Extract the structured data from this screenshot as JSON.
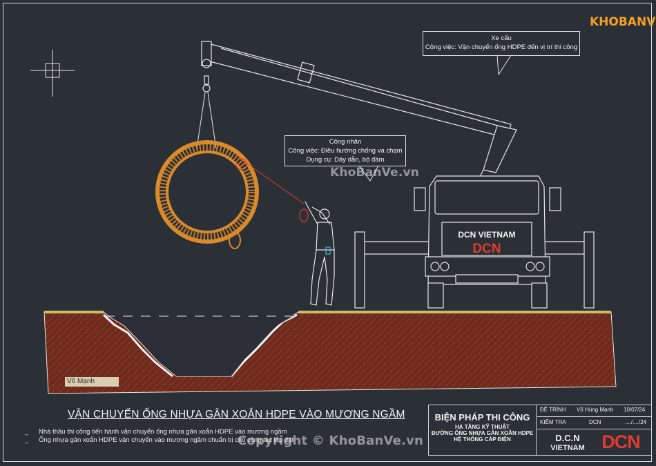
{
  "colors": {
    "background": "#2b2f36",
    "pipe": "#d98a2a",
    "soil": "#7a2e1f",
    "lines": "#e8e8e8",
    "accent_red": "#e23b2e",
    "ground_top": "#c9c060"
  },
  "crane_callout": {
    "title": "Xe cẩu",
    "task": "Công việc: Vận chuyển ống HDPE đến vị trí thi công"
  },
  "worker_callout": {
    "title": "Công nhân",
    "task": "Công việc: Điều hướng chống va chạm",
    "tools": "Dụng cụ: Dây dẫn, bộ đàm"
  },
  "truck": {
    "brand_text": "DCN VIETNAM",
    "logo_text": "DCN"
  },
  "signature": "Võ Mạnh",
  "watermark": {
    "center": "KhoBanVe.vn",
    "copyright": "Copyright © KhoBanVe.vn",
    "logo": "KHOBANVE"
  },
  "drawing_title": "VẬN CHUYỂN ỐNG NHỰA GÂN XOẮN HDPE VÀO MƯƠNG NGẦM",
  "notes": [
    "Nhà thầu thi công tiến hành vận chuyển ống nhựa gân xoắn HDPE vào mương ngầm",
    "Ống nhựa gân xoắn HDPE vận chuyển vào mương ngầm chuẩn bị cho công tác lắp đặt"
  ],
  "title_block": {
    "heading": "BIỆN PHÁP THI CÔNG",
    "line1": "HẠ TẦNG KỸ THUẬT",
    "line2": "ĐƯỜNG ỐNG NHỰA GÂN XOẮN HDPE",
    "line3": "HỆ THỐNG CÁP ĐIỆN",
    "drawn_label": "ĐỀ TRÌNH",
    "drawn_name": "Võ Hùng Mạnh",
    "drawn_date": "10/07/24",
    "check_label": "KIỂM TRA",
    "check_name": "DCN",
    "check_date": "..../..../24",
    "company_line1": "D.C.N",
    "company_line2": "VIETNAM",
    "company_logo": "DCN"
  }
}
